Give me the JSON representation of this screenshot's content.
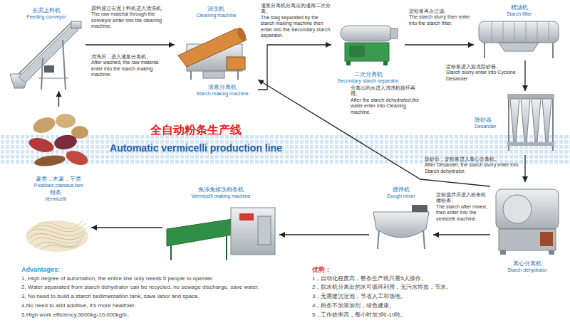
{
  "diagram": {
    "title": "全自动粉条生产线",
    "nodes": [
      {
        "text": [
          "去泥上料机",
          "Feeding conveyor"
        ]
      },
      {
        "text": [
          "清洗机",
          "Cleaning machine"
        ]
      },
      {
        "text": [
          "渣浆分离机",
          "Starch making machine"
        ]
      },
      {
        "text": [
          "二次分离机",
          "Secondary starch separator"
        ]
      },
      {
        "text": [
          "精滤机",
          "Starch filter"
        ]
      },
      {
        "text": [
          "除砂器",
          "Desander"
        ]
      },
      {
        "text": [
          "离心分离机",
          "Starch dehydrator"
        ]
      },
      {
        "text": [
          "搅拌机",
          "Dough mixer"
        ]
      },
      {
        "text": [
          "免冻免揉洗粉条机",
          "Vermicelli making machine"
        ]
      },
      {
        "text": [
          "粉条",
          "Vermicelli"
        ]
      },
      {
        "text": [
          "薯类，木薯，芋类",
          "Potatoes,cassava,taro"
        ]
      }
    ],
    "edges": [
      {
        "from": 10,
        "to": 0,
        "arrow": "to"
      },
      {
        "from": 0,
        "to": 1,
        "arrow": "to"
      },
      {
        "from": 2,
        "to": 3,
        "arrow": "to"
      },
      {
        "from": 3,
        "to": 4,
        "arrow": "to"
      },
      {
        "from": 4,
        "to": 5,
        "arrow": "to"
      },
      {
        "from": 5,
        "to": 6,
        "arrow": "to"
      },
      {
        "from": 6,
        "to": 1,
        "arrow": "to"
      },
      {
        "from": 6,
        "to": 7,
        "arrow": "to"
      },
      {
        "from": 7,
        "to": 8,
        "arrow": "to"
      },
      {
        "from": 8,
        "to": 9,
        "arrow": "to"
      }
    ],
    "labels": [
      "原料通过去泥上料机进入清洗机。",
      "The raw material through the conveyor enter into the cleaning machine.",
      "清洗后，进入渣浆分离机。",
      "After washed, the raw material enter into the starch making machine.",
      "渣浆分离机分离出的渣再二次分离。",
      "The slag separated by the starch making machine then enter into the Secondary starch separator.",
      "淀粉浆再次过滤。",
      "The starch slurry then enter into the starch filter.",
      "淀粉浆进入旋流除砂器。",
      "Starch slurry enter into Cyclone Desander",
      "除砂后，淀粉浆进入离心分离机。",
      "After Desander, the starch slurry enter into Starch dehydrator.",
      "分离出的水进入清洗机循环再用。",
      "After the starch dehydrated,the water enter into Cleaning machine.",
      "淀粉搅拌后进入粉条机做粉条。",
      "The starch after mixed, then enter into the vemicelli machine.",
      "Automatic vermicelli production line",
      "Advantages:",
      "1, High degree of automation, the entire line only needs 5 people to operate.",
      "2, Water separated from starch dehydrator can be recycled, no sewage discharge, save water.",
      "3, No need to build a starch sedimentation tank, save labor and space.",
      "4,No need to add additive, it’s more healthier.",
      "5,High work efficiency,3000kg-10,000kg/h。",
      "优势：",
      "1，自动化程度高，整条生产线只需5人操作。",
      "2，脱水机分离出的水可循环利用，无污水排放，节水。",
      "3，无需建沉淀池，节省人工和场地。",
      "4，粉条不加添加剂，绿色健康。",
      "5，工作效率高，每小时加3吨-10吨。"
    ]
  }
}
